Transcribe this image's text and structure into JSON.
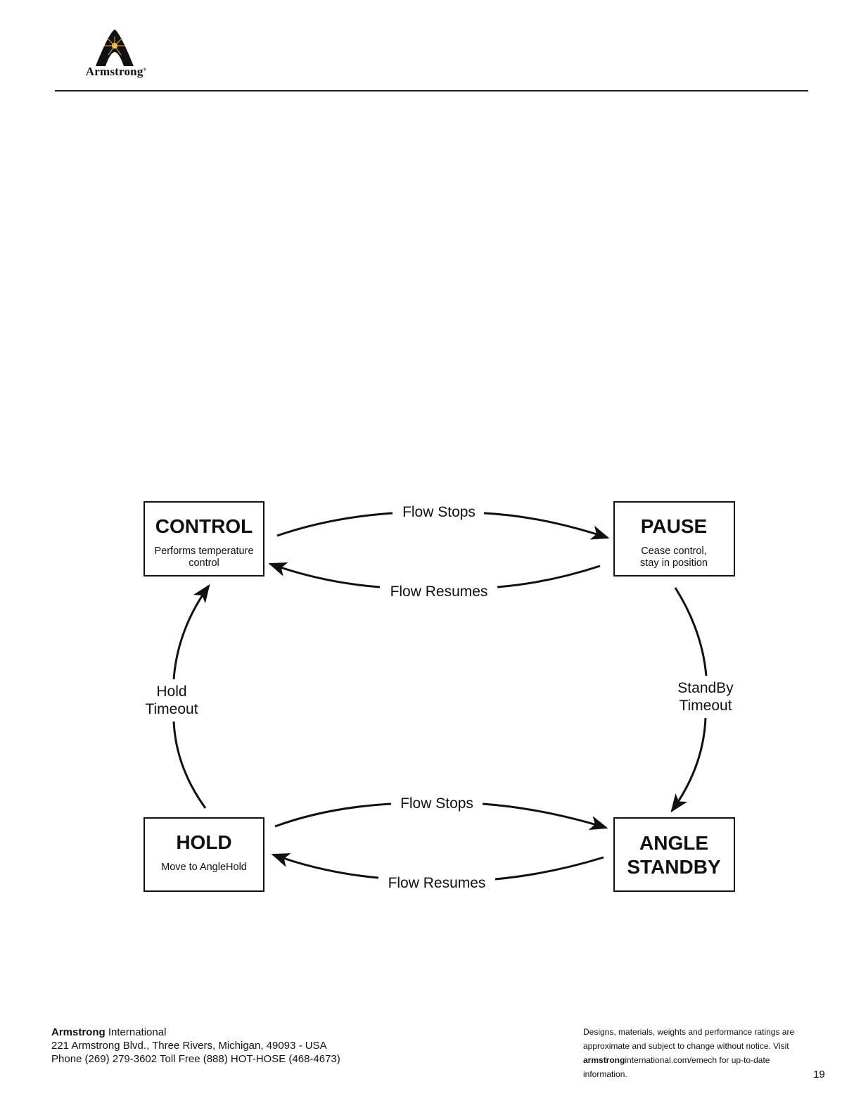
{
  "header": {
    "logo_text": "Armstrong",
    "logo_mark": "®"
  },
  "diagram": {
    "states": {
      "control": {
        "title": "CONTROL",
        "desc": [
          "Performs temperature",
          "control"
        ]
      },
      "pause": {
        "title": "PAUSE",
        "desc": [
          "Cease control,",
          "stay in position"
        ]
      },
      "hold": {
        "title": "HOLD",
        "desc": [
          "Move to AngleHold"
        ]
      },
      "angle_standby": {
        "title": [
          "ANGLE",
          "STANDBY"
        ]
      }
    },
    "transitions": {
      "control_to_pause": "Flow Stops",
      "pause_to_control": "Flow Resumes",
      "hold_to_angle_standby": "Flow Stops",
      "angle_standby_to_hold": "Flow Resumes",
      "pause_to_angle_standby": [
        "StandBy",
        "Timeout"
      ],
      "hold_to_control": [
        "Hold",
        "Timeout"
      ]
    }
  },
  "footer": {
    "company_bold": "Armstrong",
    "company_rest": " International",
    "address": "221 Armstrong Blvd., Three Rivers, Michigan, 49093 - USA",
    "phone": "Phone (269) 279-3602 Toll Free (888) HOT-HOSE (468-4673)",
    "disclaimer_line1": "Designs, materials, weights and performance ratings are",
    "disclaimer_line2": "approximate and subject to change without notice. Visit",
    "disclaimer_web_bold": "armstrong",
    "disclaimer_web_rest": "international.com/emech for up-to-date information.",
    "page_number": "19"
  }
}
